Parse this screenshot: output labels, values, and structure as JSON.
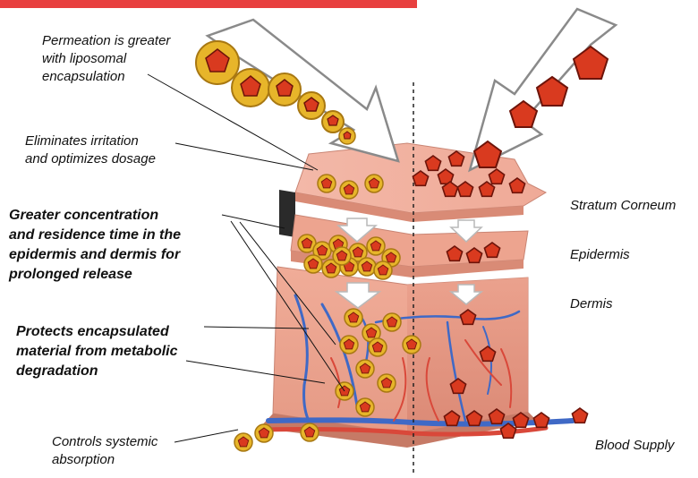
{
  "colors": {
    "accent_bar": "#e8403f",
    "skin_top": "#f2b3a4",
    "skin_side": "#e59a85",
    "vessel_blue": "#3f69c6",
    "vessel_red": "#d9483a",
    "molecule": "#d93a1f",
    "liposome_ring": "#d9a81c"
  },
  "left_labels": [
    {
      "id": "permeation",
      "lines": [
        "Permeation is greater",
        "with liposomal",
        "encapsulation"
      ]
    },
    {
      "id": "irritation",
      "lines": [
        "Eliminates irritation",
        "and optimizes dosage"
      ]
    },
    {
      "id": "concentration",
      "lines": [
        "Greater concentration",
        "and residence time in the",
        "epidermis and dermis for",
        "prolonged release"
      ]
    },
    {
      "id": "protects",
      "lines": [
        "Protects encapsulated",
        "material from metabolic",
        "degradation"
      ]
    },
    {
      "id": "systemic",
      "lines": [
        "Controls systemic",
        "absorption"
      ]
    }
  ],
  "layer_labels": [
    {
      "id": "stratum",
      "text": "Stratum  Corneum"
    },
    {
      "id": "epidermis",
      "text": "Epidermis"
    },
    {
      "id": "dermis",
      "text": "Dermis"
    },
    {
      "id": "blood",
      "text": "Blood Supply"
    }
  ],
  "icons": {
    "liposome": "liposome-encapsulated-molecule-icon",
    "free_molecule": "free-drug-molecule-icon",
    "penetration_arrow": "penetration-arrow-icon",
    "layer_arrow": "downward-layer-arrow-icon"
  }
}
